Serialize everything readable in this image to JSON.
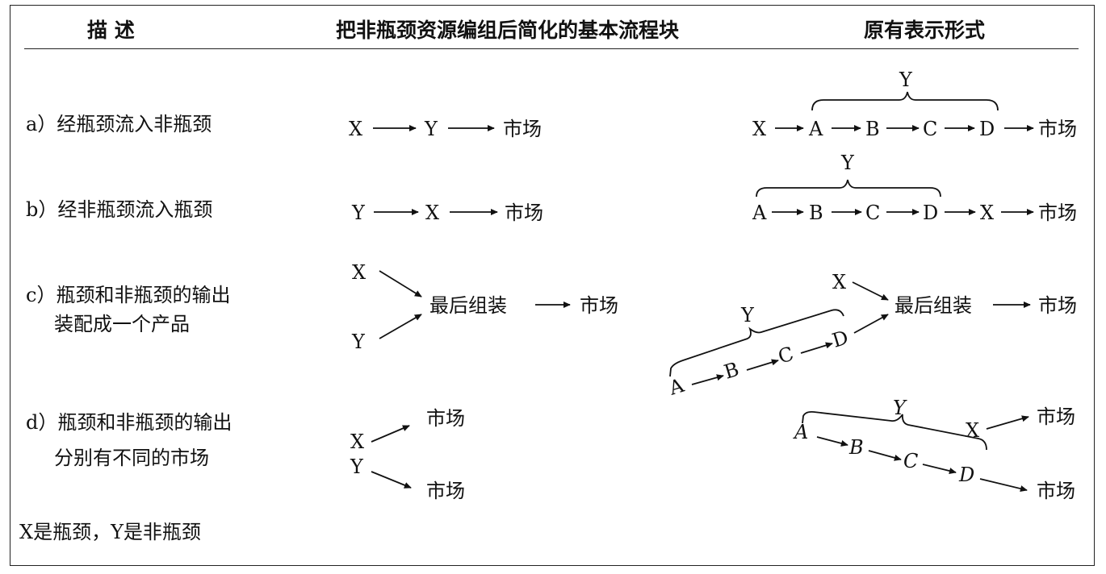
{
  "header": {
    "col_description": "描 述",
    "col_simplified": "把非瓶颈资源编组后简化的基本流程块",
    "col_original": "原有表示形式"
  },
  "rows": [
    {
      "description": "a）经瓶颈流入非瓶颈"
    },
    {
      "description": "b）经非瓶颈流入瓶颈"
    },
    {
      "description_line1": "c）瓶颈和非瓶颈的输出",
      "description_line2": "装配成一个产品"
    },
    {
      "description_line1": "d）瓶颈和非瓶颈的输出",
      "description_line2": "分别有不同的市场"
    }
  ],
  "footnote": "X是瓶颈，Y是非瓶颈",
  "nodes": {
    "x": "X",
    "y": "Y",
    "a": "A",
    "b": "B",
    "c": "C",
    "d": "D",
    "market": "市场",
    "assembly": "最后组装"
  }
}
